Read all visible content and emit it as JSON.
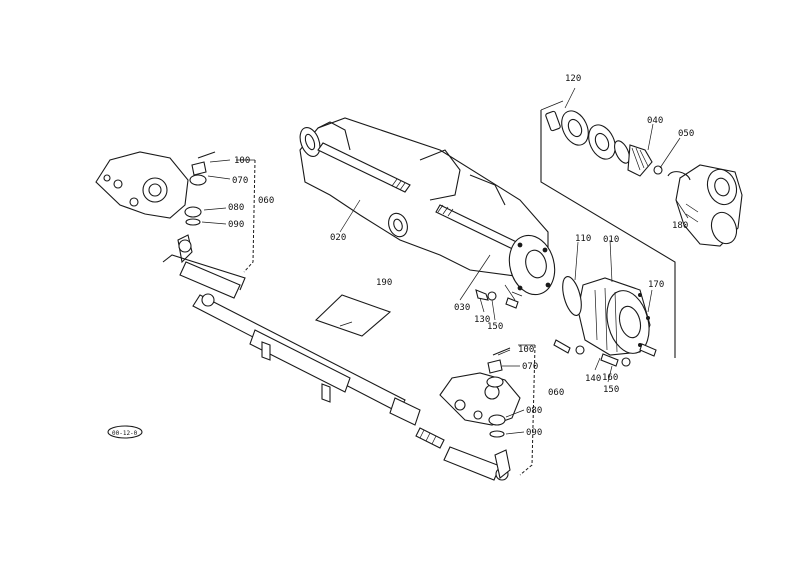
{
  "parts": {
    "p010": "010",
    "p020": "020",
    "p030": "030",
    "p040": "040",
    "p050": "050",
    "p060_left": "060",
    "p060_right": "060",
    "p070_left": "070",
    "p070_right": "070",
    "p080_left": "080",
    "p080_right": "080",
    "p090_left": "090",
    "p090_right": "090",
    "p100_left": "100",
    "p100_right": "100",
    "p110": "110",
    "p120": "120",
    "p130": "130",
    "p140": "140",
    "p150_mid": "150",
    "p150_low": "150",
    "p160": "160",
    "p170": "170",
    "p180": "180",
    "p190": "190"
  },
  "stamp": "00-12-0"
}
